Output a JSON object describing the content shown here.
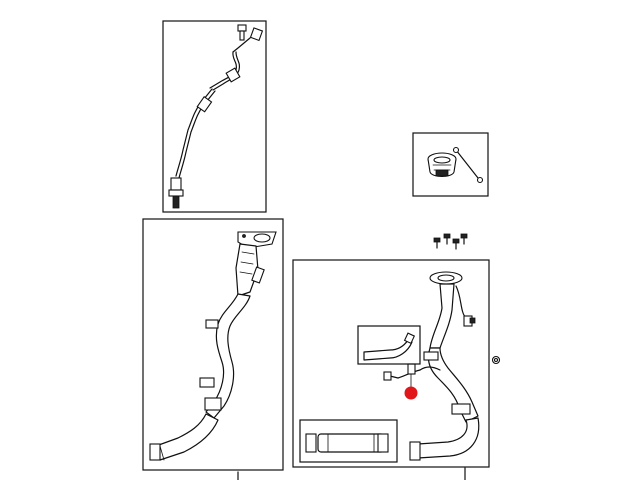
{
  "diagram": {
    "background": "#ffffff",
    "line_color": "#111111",
    "callout_color": "#e0161b",
    "panels": [
      {
        "id": "sensor-harness"
      },
      {
        "id": "fuel-cap"
      },
      {
        "id": "filler-tube-left"
      },
      {
        "id": "filler-tube-right"
      },
      {
        "id": "inset-vent-hose"
      },
      {
        "id": "inset-straight-hose"
      }
    ],
    "callouts": [
      {
        "id": "highlight-dot",
        "shape": "circle"
      }
    ]
  }
}
